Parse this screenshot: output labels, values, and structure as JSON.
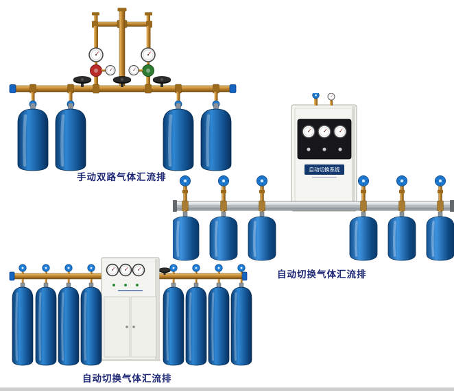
{
  "page": {
    "background_color": "#ffffff"
  },
  "figures": {
    "manual_dual": {
      "caption": "手动双路气体汇流排",
      "cylinder_count": 4
    },
    "auto_switch_cabinet": {
      "caption": "自动切换气体汇流排",
      "cabinet_label": "自动切换系统",
      "cylinder_count": 6
    },
    "auto_switch_floor": {
      "caption": "自动切换气体汇流排",
      "cylinder_count": 8
    }
  },
  "colors": {
    "caption_text": "#1c2674",
    "cylinder_blue_dark": "#0a3c72",
    "cylinder_blue_light": "#2f86d2",
    "brass_pipe": "#c48930",
    "valve_handle_blue": "#1f7cd4",
    "manifold_aluminum": "#b9bec2",
    "cabinet_body": "#f5f5f1",
    "cabinet_label_plate": "#12386e"
  }
}
